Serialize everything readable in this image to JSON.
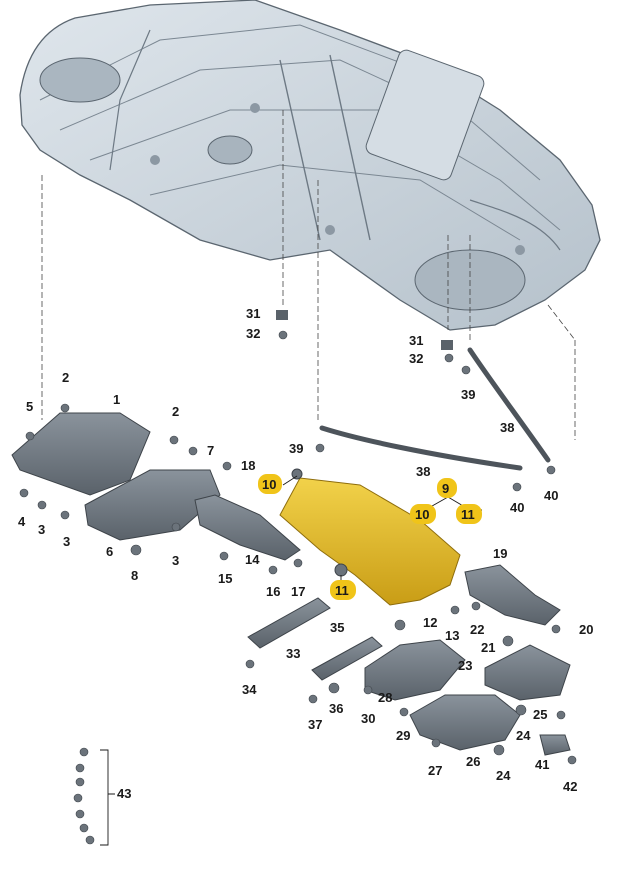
{
  "colors": {
    "part_gray": "#6f7780",
    "part_dark": "#4d545b",
    "car_fill": "#c9d3dc",
    "car_line": "#5b6670",
    "highlight": "#e5bf2a",
    "highlight_dark": "#b8921a",
    "label_badge": "#f0c419"
  },
  "callouts": {
    "c1": "1",
    "c2a": "2",
    "c2b": "2",
    "c3a": "3",
    "c3b": "3",
    "c3c": "3",
    "c4": "4",
    "c5": "5",
    "c6": "6",
    "c7": "7",
    "c8": "8",
    "c9": "9",
    "c10a": "10",
    "c10b": "10",
    "c11a": "11",
    "c11b": "11",
    "c12": "12",
    "c13": "13",
    "c14": "14",
    "c15": "15",
    "c16": "16",
    "c17": "17",
    "c18": "18",
    "c19": "19",
    "c20": "20",
    "c21": "21",
    "c22": "22",
    "c23": "23",
    "c24a": "24",
    "c24b": "24",
    "c25": "25",
    "c26": "26",
    "c27": "27",
    "c28": "28",
    "c29": "29",
    "c30": "30",
    "c31a": "31",
    "c31b": "31",
    "c32a": "32",
    "c32b": "32",
    "c33": "33",
    "c34": "34",
    "c35": "35",
    "c36": "36",
    "c37": "37",
    "c38a": "38",
    "c38b": "38",
    "c39a": "39",
    "c39b": "39",
    "c40a": "40",
    "c40b": "40",
    "c41": "41",
    "c42": "42",
    "c43": "43"
  }
}
